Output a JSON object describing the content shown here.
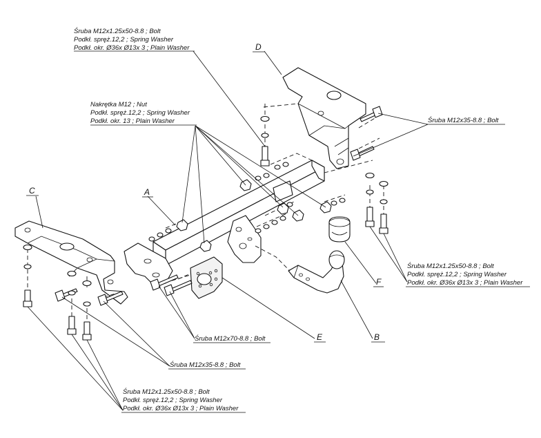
{
  "callouts": {
    "bolt_top": {
      "line1": "Śruba M12x1.25x50-8.8 ;  Bolt",
      "line2": "Podkł. spręż.12,2 ;  Spring Washer",
      "line3": "Podkł. okr.  Ø36x Ø13x 3 ; Plain Washer"
    },
    "nut_group": {
      "line1": "Nakrętka  M12 ; Nut",
      "line2": "Podkł. spręż.12,2 ; Spring Washer",
      "line3": "Podkł. okr. 13 ; Plain Washer"
    },
    "bolt_right_top": {
      "line1": "Śruba M12x35-8.8 ;  Bolt"
    },
    "bolt_right_mid": {
      "line1": "Śruba M12x1.25x50-8.8 ;  Bolt",
      "line2": "Podkł. spręż.12,2 ;  Spring Washer",
      "line3": "Podkł. okr.  Ø36x Ø13x 3 ; Plain Washer"
    },
    "bolt_m12x70": {
      "line1": "Śruba M12x70-8.8 ;  Bolt"
    },
    "bolt_m12x35_left": {
      "line1": "Śruba M12x35-8.8 ;  Bolt"
    },
    "bolt_bottom": {
      "line1": "Śruba M12x1.25x50-8.8 ;  Bolt",
      "line2": "Podkł. spręż.12,2 ;  Spring Washer",
      "line3": "Podkł. okr.  Ø36x Ø13x 3 ; Plain Washer"
    }
  },
  "part_letters": {
    "A": "A",
    "B": "B",
    "C": "C",
    "D": "D",
    "E": "E",
    "F": "F"
  }
}
